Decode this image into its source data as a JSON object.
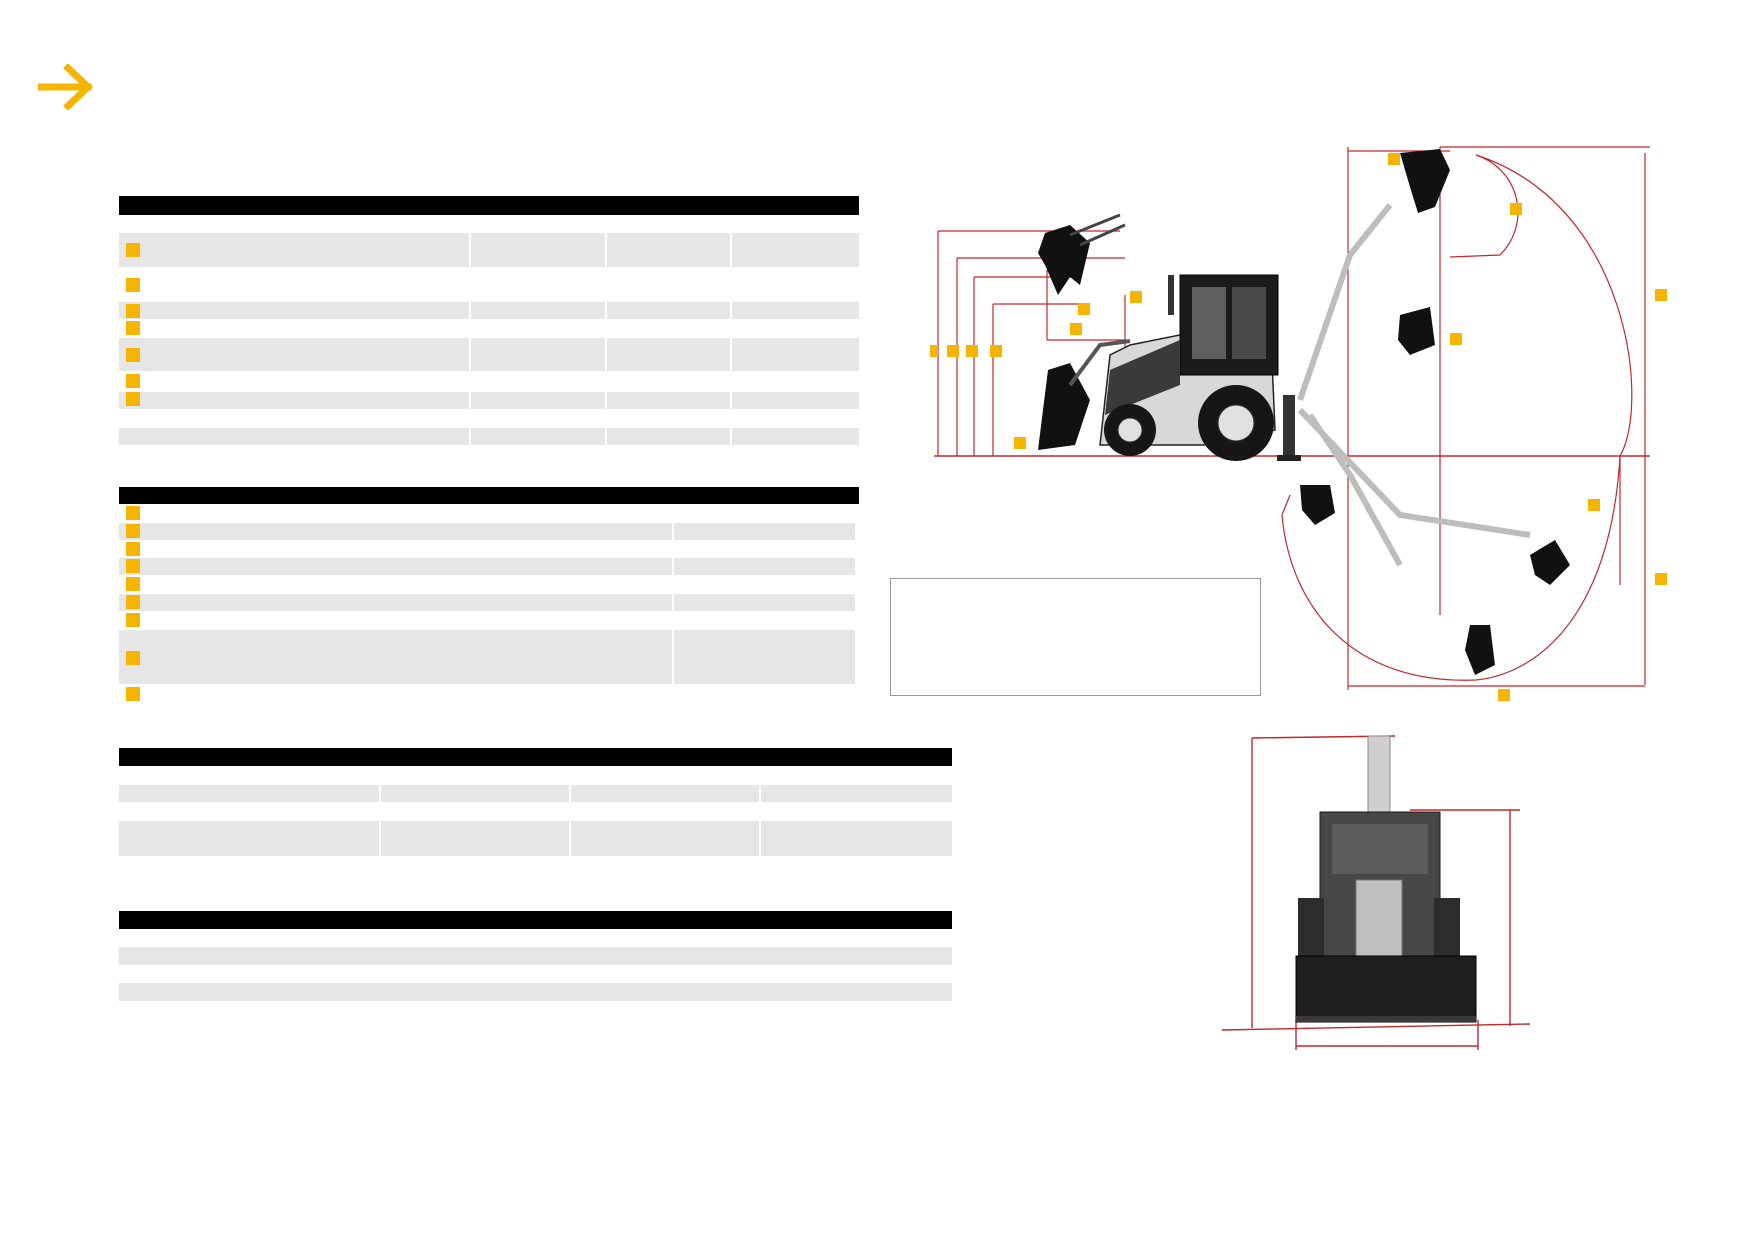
{
  "colors": {
    "accent": "#f5b400",
    "header_bar": "#000000",
    "row_fill": "#e6e6e6",
    "dimension_line": "#c0282d"
  },
  "icons": {
    "section_arrow": "arrow-right-icon",
    "marker": "square-marker-icon"
  },
  "tables": [
    {
      "name": "table-1",
      "rows": 7
    },
    {
      "name": "table-2",
      "rows": 8
    },
    {
      "name": "table-3",
      "rows": 2
    },
    {
      "name": "table-4",
      "rows": 2
    }
  ]
}
